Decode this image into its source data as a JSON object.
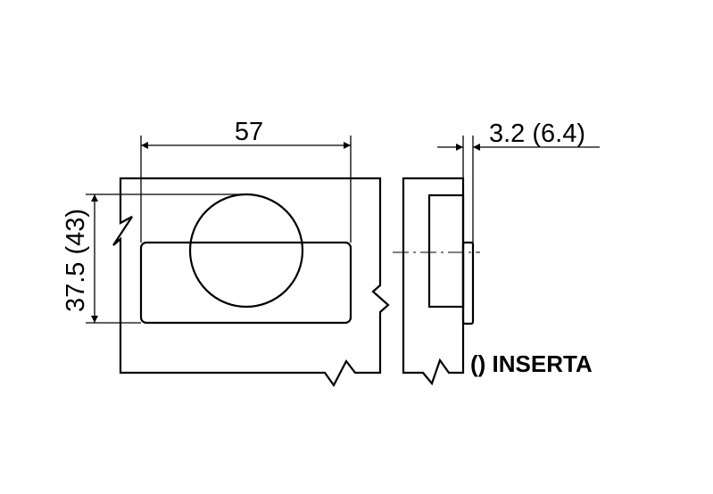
{
  "dimensions": {
    "width_label": "57",
    "height_label": "37.5 (43)",
    "depth_label": "3.2 (6.4)"
  },
  "note": {
    "inserta_label": "() INSERTA"
  },
  "colors": {
    "line": "#000000",
    "background": "#ffffff"
  }
}
